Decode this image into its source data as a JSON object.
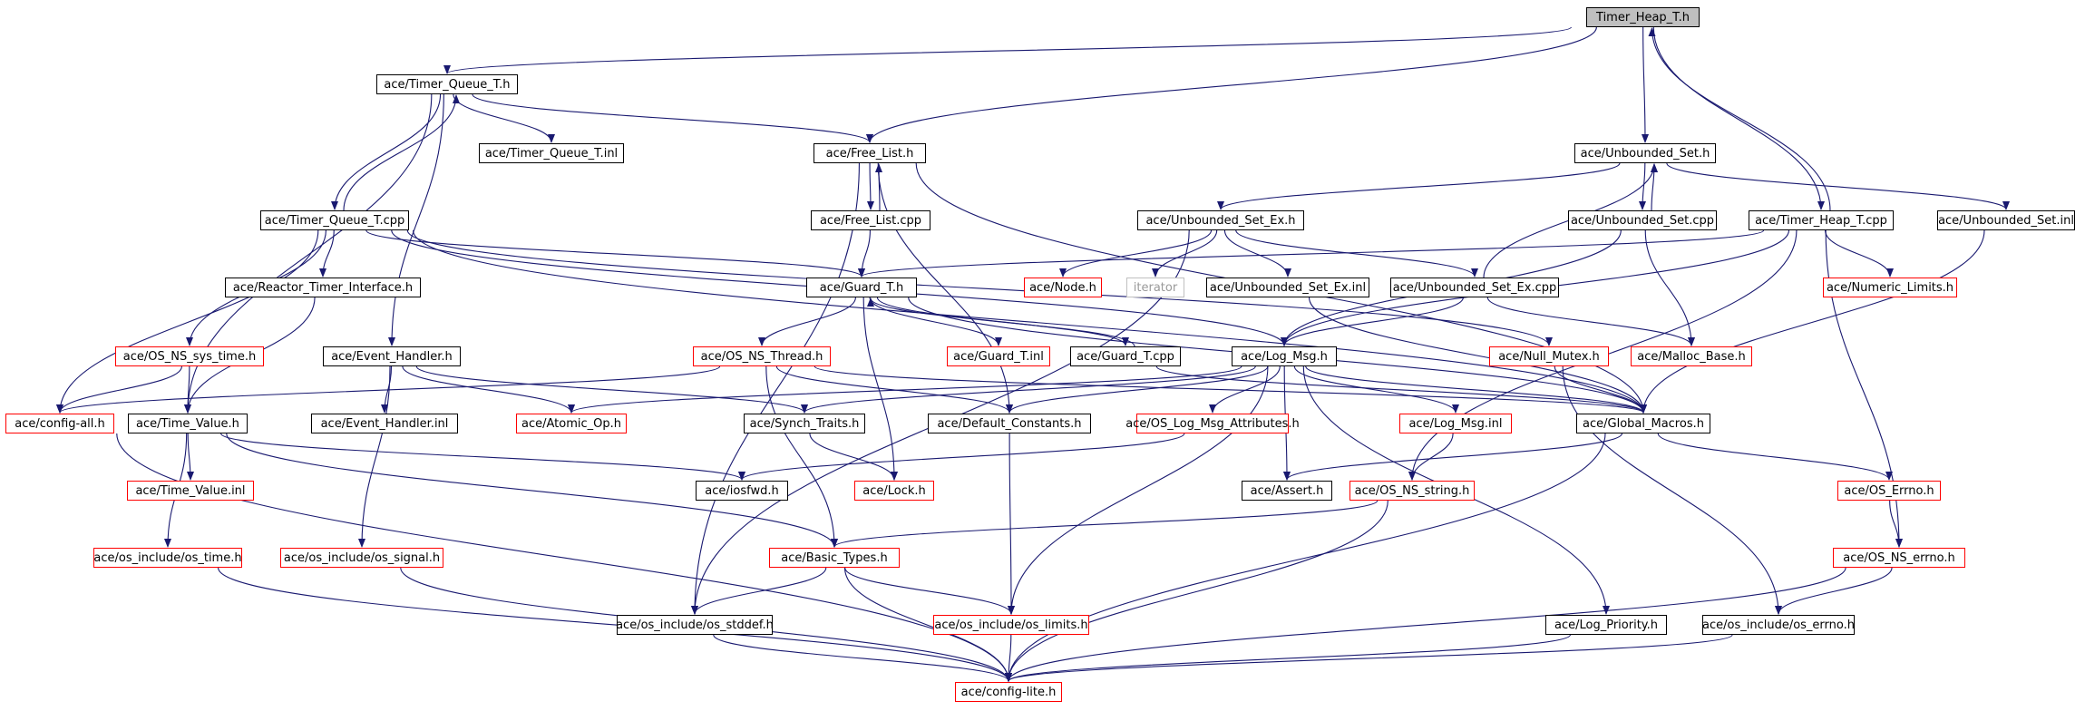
{
  "colors": {
    "edge": "#191970",
    "node_border": "#000000",
    "external_border": "#ff0000",
    "missing_border": "#c0c0c0",
    "root_fill": "#bfbfbf"
  },
  "nodes": {
    "timer_heap_t_h": {
      "label": "Timer_Heap_T.h"
    },
    "timer_queue_t_h": {
      "label": "ace/Timer_Queue_T.h"
    },
    "free_list_h": {
      "label": "ace/Free_List.h"
    },
    "unbounded_set_h": {
      "label": "ace/Unbounded_Set.h"
    },
    "timer_queue_t_inl": {
      "label": "ace/Timer_Queue_T.inl"
    },
    "timer_queue_t_cpp": {
      "label": "ace/Timer_Queue_T.cpp"
    },
    "free_list_cpp": {
      "label": "ace/Free_List.cpp"
    },
    "unbounded_set_ex_h": {
      "label": "ace/Unbounded_Set_Ex.h"
    },
    "unbounded_set_cpp": {
      "label": "ace/Unbounded_Set.cpp"
    },
    "timer_heap_t_cpp": {
      "label": "ace/Timer_Heap_T.cpp"
    },
    "unbounded_set_inl": {
      "label": "ace/Unbounded_Set.inl"
    },
    "reactor_timer_interface_h": {
      "label": "ace/Reactor_Timer_Interface.h"
    },
    "guard_t_h": {
      "label": "ace/Guard_T.h"
    },
    "node_h": {
      "label": "ace/Node.h"
    },
    "iterator": {
      "label": "iterator"
    },
    "unbounded_set_ex_inl": {
      "label": "ace/Unbounded_Set_Ex.inl"
    },
    "unbounded_set_ex_cpp": {
      "label": "ace/Unbounded_Set_Ex.cpp"
    },
    "numeric_limits_h": {
      "label": "ace/Numeric_Limits.h"
    },
    "os_ns_sys_time_h": {
      "label": "ace/OS_NS_sys_time.h"
    },
    "event_handler_h": {
      "label": "ace/Event_Handler.h"
    },
    "os_ns_thread_h": {
      "label": "ace/OS_NS_Thread.h"
    },
    "guard_t_inl": {
      "label": "ace/Guard_T.inl"
    },
    "guard_t_cpp": {
      "label": "ace/Guard_T.cpp"
    },
    "log_msg_h": {
      "label": "ace/Log_Msg.h"
    },
    "null_mutex_h": {
      "label": "ace/Null_Mutex.h"
    },
    "malloc_base_h": {
      "label": "ace/Malloc_Base.h"
    },
    "config_all_h": {
      "label": "ace/config-all.h"
    },
    "time_value_h": {
      "label": "ace/Time_Value.h"
    },
    "event_handler_inl": {
      "label": "ace/Event_Handler.inl"
    },
    "atomic_op_h": {
      "label": "ace/Atomic_Op.h"
    },
    "synch_traits_h": {
      "label": "ace/Synch_Traits.h"
    },
    "default_constants_h": {
      "label": "ace/Default_Constants.h"
    },
    "os_log_msg_attributes_h": {
      "label": "ace/OS_Log_Msg_Attributes.h"
    },
    "log_msg_inl": {
      "label": "ace/Log_Msg.inl"
    },
    "global_macros_h": {
      "label": "ace/Global_Macros.h"
    },
    "time_value_inl": {
      "label": "ace/Time_Value.inl"
    },
    "iosfwd_h": {
      "label": "ace/iosfwd.h"
    },
    "lock_h": {
      "label": "ace/Lock.h"
    },
    "assert_h": {
      "label": "ace/Assert.h"
    },
    "os_ns_string_h": {
      "label": "ace/OS_NS_string.h"
    },
    "os_errno_h": {
      "label": "ace/OS_Errno.h"
    },
    "os_time_h": {
      "label": "ace/os_include/os_time.h"
    },
    "os_signal_h": {
      "label": "ace/os_include/os_signal.h"
    },
    "basic_types_h": {
      "label": "ace/Basic_Types.h"
    },
    "os_ns_errno_h": {
      "label": "ace/OS_NS_errno.h"
    },
    "os_stddef_h": {
      "label": "ace/os_include/os_stddef.h"
    },
    "os_limits_h": {
      "label": "ace/os_include/os_limits.h"
    },
    "log_priority_h": {
      "label": "ace/Log_Priority.h"
    },
    "os_errno_include_h": {
      "label": "ace/os_include/os_errno.h"
    },
    "config_lite_h": {
      "label": "ace/config-lite.h"
    }
  }
}
